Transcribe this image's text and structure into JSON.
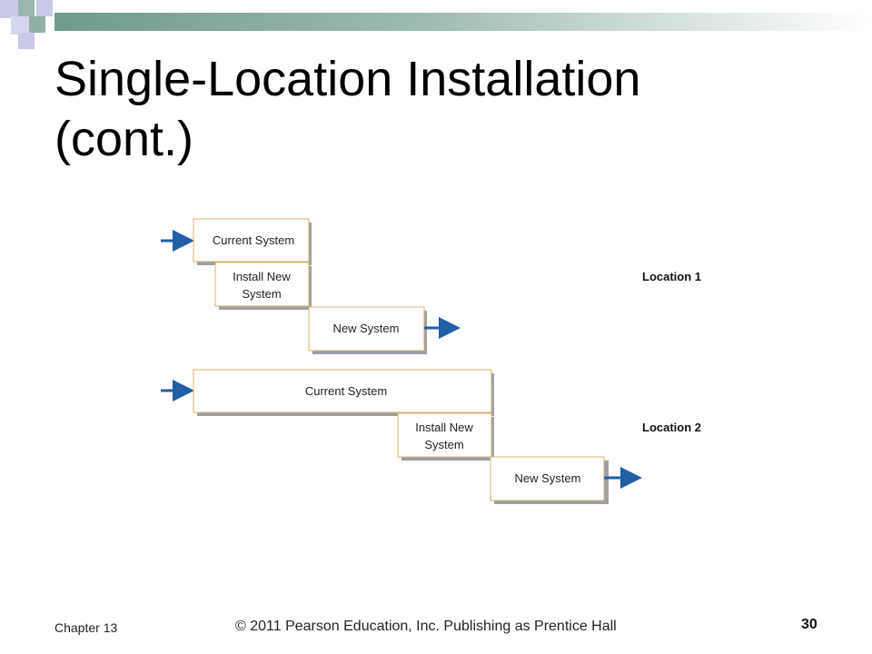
{
  "slide": {
    "title_line1": "Single-Location Installation",
    "title_line2": "(cont.)",
    "footer_chapter": "Chapter 13",
    "footer_copyright": "© 2011 Pearson Education, Inc. Publishing as Prentice Hall",
    "page_number": "30"
  },
  "colors": {
    "arrow": "#1f5fa6",
    "box_border": "#d9b26a",
    "box_shadow": "#9aa0a6",
    "accent_bar": "#6f9b8a"
  },
  "diagram": {
    "location1": {
      "label": "Location 1",
      "current_system": "Current System",
      "install_line1": "Install New",
      "install_line2": "System",
      "new_system": "New System"
    },
    "location2": {
      "label": "Location 2",
      "current_system": "Current System",
      "install_line1": "Install New",
      "install_line2": "System",
      "new_system": "New System"
    }
  }
}
